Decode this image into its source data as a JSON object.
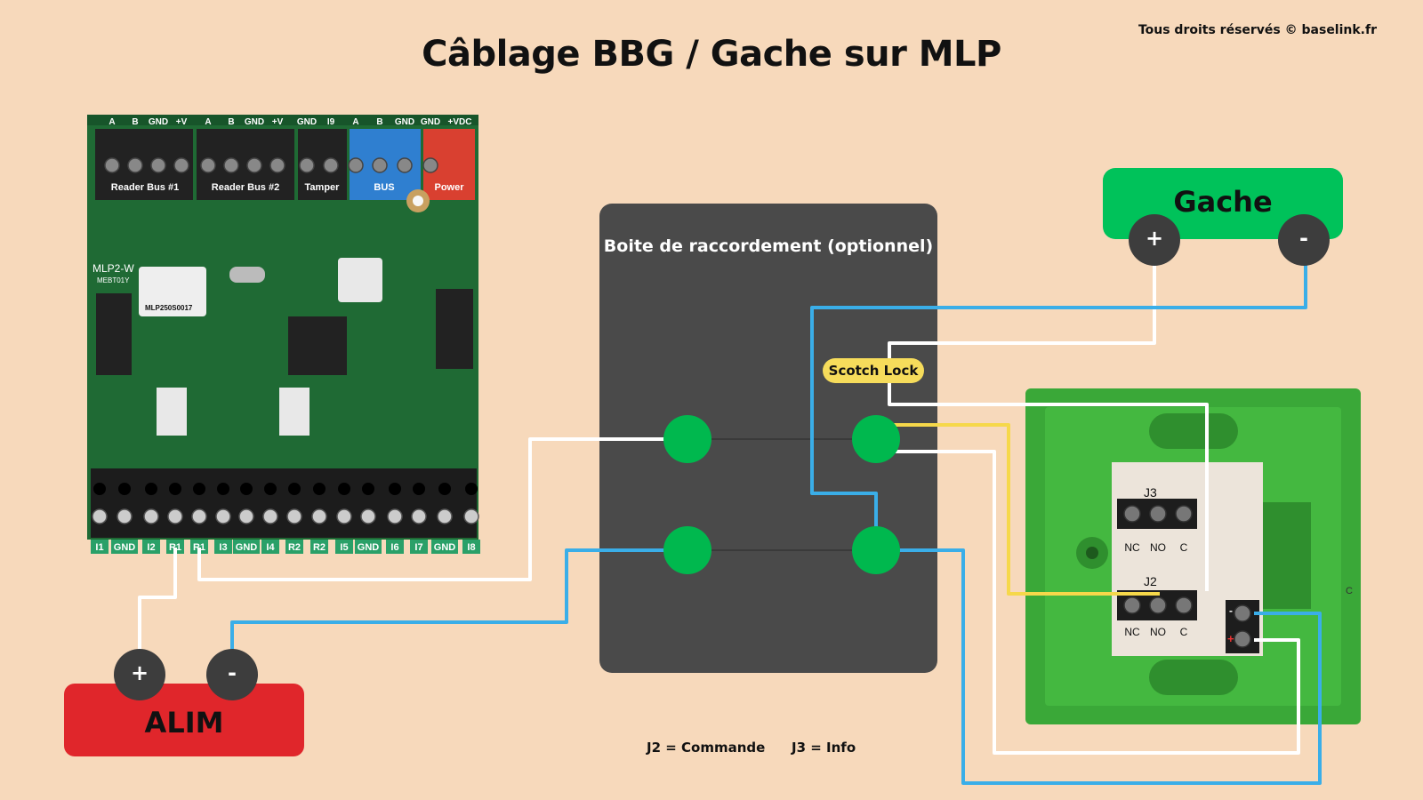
{
  "title": "Câblage BBG / Gache sur MLP",
  "copyright": "Tous droits réservés © baselink.fr",
  "junction_box": {
    "title": "Boite de raccordement (optionnel)"
  },
  "scotch_lock": {
    "label": "Scotch Lock"
  },
  "gache": {
    "label": "Gache",
    "plus": "+",
    "minus": "-"
  },
  "alim": {
    "label": "ALIM",
    "plus": "+",
    "minus": "-"
  },
  "legend": {
    "j2": "J2 = Commande",
    "j3": "J3 = Info"
  },
  "board": {
    "model": "MLP2-W",
    "submodel": "MEBT01Y",
    "serial": "MLP250S0017",
    "top_pins": [
      "A",
      "B",
      "GND",
      "+V",
      "A",
      "B",
      "GND",
      "+V",
      "GND",
      "I9",
      "A",
      "B",
      "GND",
      "GND",
      "+VDC"
    ],
    "top_groups": [
      "Reader Bus #1",
      "Reader Bus #2",
      "Tamper",
      "BUS",
      "Power"
    ],
    "bottom_pins": [
      "I1",
      "GND",
      "I2",
      "R1",
      "R1",
      "I3",
      "GND",
      "I4",
      "R2",
      "R2",
      "I5",
      "GND",
      "I6",
      "I7",
      "GND",
      "I8"
    ]
  },
  "bbg": {
    "j3": {
      "label": "J3",
      "pins": [
        "NC",
        "NO",
        "C"
      ]
    },
    "j2": {
      "label": "J2",
      "pins": [
        "NC",
        "NO",
        "C"
      ]
    },
    "power_pins": [
      "-",
      "+"
    ],
    "side_mark": "C"
  },
  "colors": {
    "background": "#f7d9bb",
    "wire_white": "#ffffff",
    "wire_blue": "#3aaee8",
    "wire_yellow": "#f6d84a",
    "node_green": "#00b84e",
    "gache_green": "#00c25a",
    "alim_red": "#e0262b",
    "box_gray": "#4a4a4a",
    "pin_dark": "#3d3d3d",
    "pcb_green": "#1f6a34",
    "bbg_green": "#3aa838"
  }
}
